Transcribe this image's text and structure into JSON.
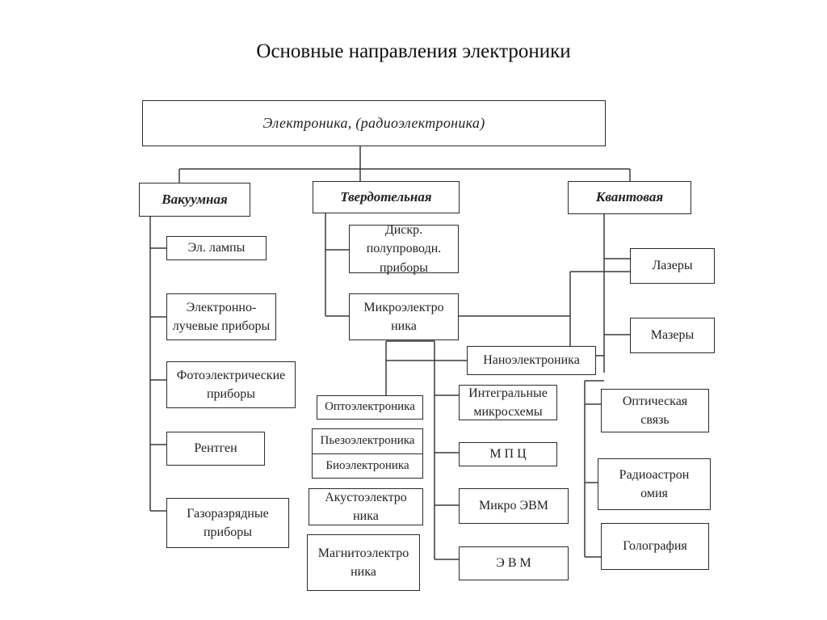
{
  "title": "Основные направления электроники",
  "nodes": {
    "root": "Электроника, (радиоэлектроника)",
    "vacuum": "Вакуумная",
    "solid": "Твердотельная",
    "quantum": "Квантовая",
    "el_lamps": "Эл. лампы",
    "electron_beam": "Электронно-лучевые приборы",
    "photoelectric": "Фотоэлектрические приборы",
    "xray": "Рентген",
    "gas_discharge": "Газоразрядные приборы",
    "discrete": "Дискр. полупроводн. приборы",
    "microelectronics": "Микроэлектроника",
    "nanoelectronics": "Наноэлектроника",
    "optoelectronics": "Оптоэлектроника",
    "piezoelectronics": "Пьезоэлектроника",
    "bioelectronics": "Биоэлектроника",
    "acoustoelectronics": "Акустоэлектроника",
    "magnetoelectronics": "Магнитоэлектроника",
    "integrated": "Интегральные микросхемы",
    "mpc": "М П Ц",
    "micro_evm": "Микро ЭВМ",
    "evm": "Э В М",
    "lasers": "Лазеры",
    "masers": "Мазеры",
    "optical_comm": "Оптическая связь",
    "radio_astronomy": "Радиоастрономия",
    "holography": "Голография"
  }
}
